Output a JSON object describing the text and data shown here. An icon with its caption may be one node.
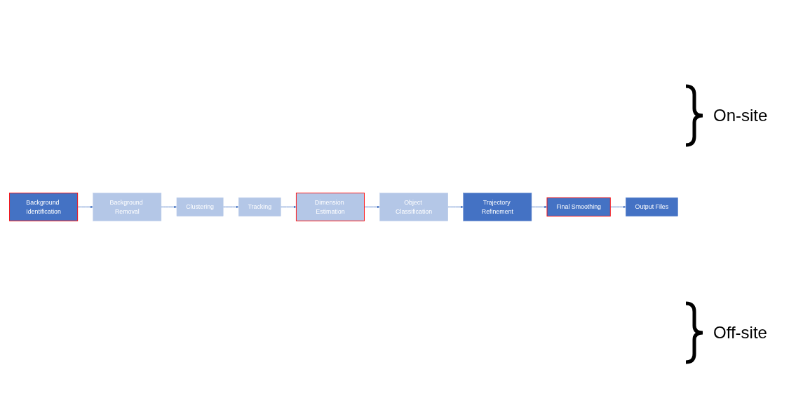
{
  "diagram": {
    "nodes": [
      {
        "text": [
          "Background Identification"
        ]
      },
      {
        "text": [
          "Background Removal"
        ]
      },
      {
        "text": [
          "Clustering"
        ]
      },
      {
        "text": [
          "Tracking"
        ]
      },
      {
        "text": [
          "Dimension Estimation"
        ]
      },
      {
        "text": [
          "Object Classification"
        ]
      },
      {
        "text": [
          "Trajectory Refinement"
        ]
      },
      {
        "text": [
          "Final Smoothing"
        ]
      },
      {
        "text": [
          "Output Files"
        ]
      }
    ],
    "edges": [
      {
        "from": 0,
        "to": 1,
        "arrow": "to"
      },
      {
        "from": 1,
        "to": 2,
        "arrow": "to"
      },
      {
        "from": 2,
        "to": 3,
        "arrow": "to"
      },
      {
        "from": 3,
        "to": 4,
        "arrow": "to"
      },
      {
        "from": 4,
        "to": 5,
        "arrow": "to"
      },
      {
        "from": 5,
        "to": 6,
        "arrow": "to"
      },
      {
        "from": 6,
        "to": 7,
        "arrow": "to"
      },
      {
        "from": 7,
        "to": 8,
        "arrow": "to"
      }
    ],
    "labels": [
      "On-site",
      "Off-site"
    ]
  }
}
